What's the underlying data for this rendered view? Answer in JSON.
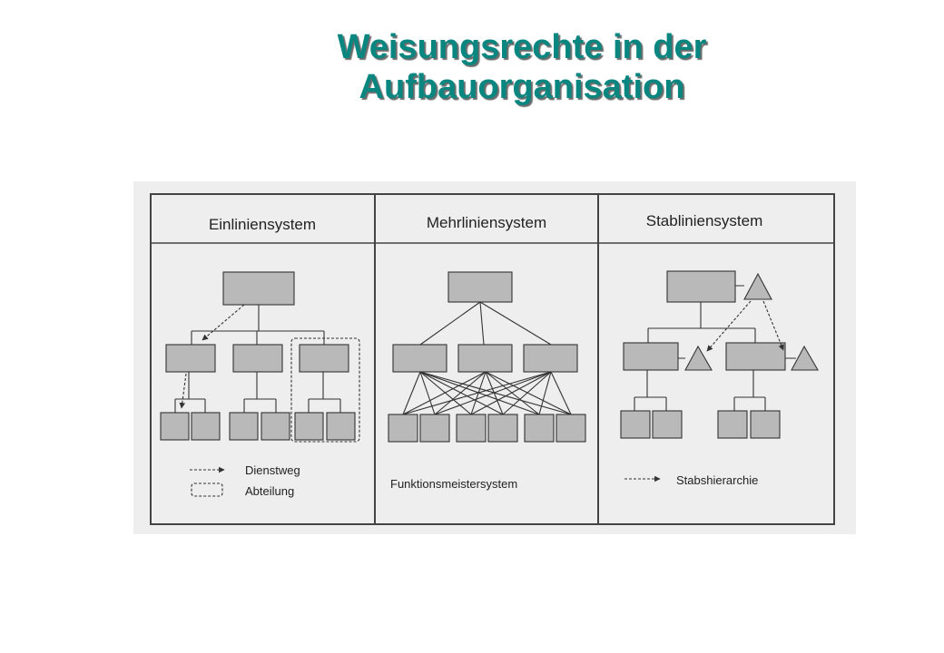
{
  "slide": {
    "title_line1": "Weisungsrechte in der",
    "title_line2": "Aufbauorganisation",
    "title_color": "#0a8680"
  },
  "figure": {
    "background": "#eeeeee",
    "panels": [
      {
        "title": "Einliniensystem",
        "legend": [
          "Dienstweg",
          "Abteilung"
        ]
      },
      {
        "title": "Mehrliniensystem",
        "legend": [
          "Funktionsmeistersystem"
        ]
      },
      {
        "title": "Stabliniensystem",
        "legend": [
          "Stabshierarchie"
        ]
      }
    ]
  }
}
